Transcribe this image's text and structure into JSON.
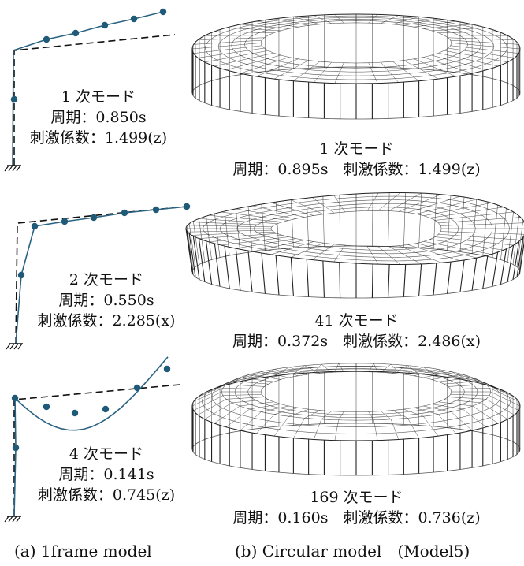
{
  "colors": {
    "frame_line": "#2a6382",
    "node_fill": "#1f5a78",
    "dashed": "#111111",
    "mesh": "#222222",
    "ring": "#555555"
  },
  "left_panels": [
    {
      "mode": "1 次モード",
      "period": "周期：0.850s",
      "factor": "刺激係数：1.499(z)"
    },
    {
      "mode": "2 次モード",
      "period": "周期：0.550s",
      "factor": "刺激係数：2.285(x)"
    },
    {
      "mode": "4 次モード",
      "period": "周期：0.141s",
      "factor": "刺激係数：0.745(z)"
    }
  ],
  "right_panels": [
    {
      "mode": "1 次モード",
      "info": "周期：0.895s　刺激係数：1.499(z)"
    },
    {
      "mode": "41 次モード",
      "info": "周期：0.372s　刺激係数：2.486(x)"
    },
    {
      "mode": "169 次モード",
      "info": "周期：0.160s　刺激係数：0.736(z)"
    }
  ],
  "captions": {
    "left": "(a) 1frame model",
    "right": "(b) Circular model　(Model5)"
  }
}
